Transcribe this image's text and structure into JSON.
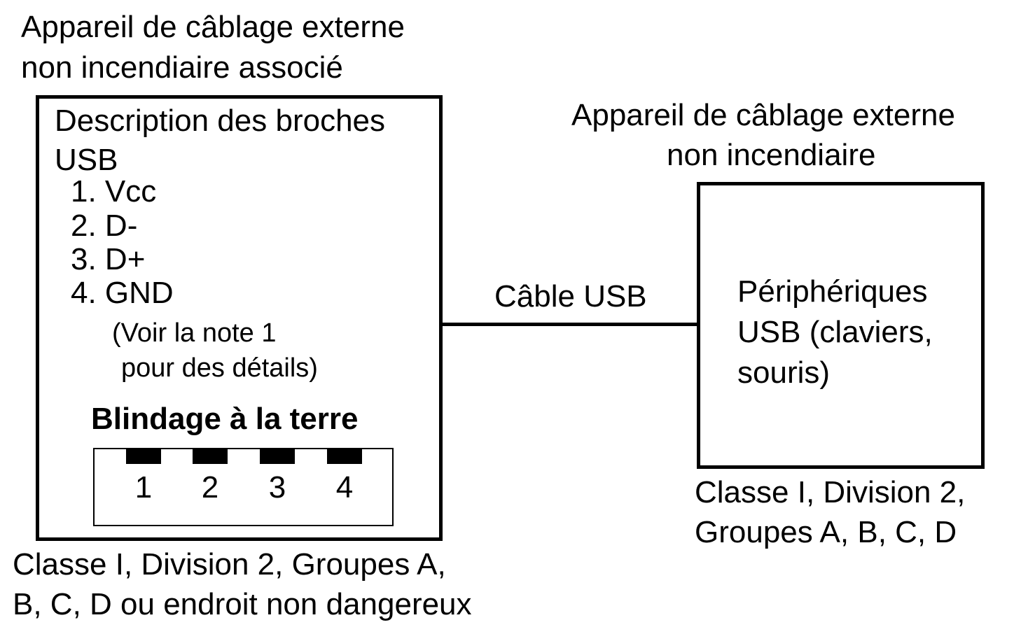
{
  "left_device": {
    "title_line1": "Appareil de câblage externe",
    "title_line2": "non incendiaire associé",
    "pin_desc_line1": "Description des broches",
    "pin_desc_line2": "USB",
    "pins": [
      "1. Vcc",
      "2. D-",
      "3. D+",
      "4. GND"
    ],
    "note_line1": "(Voir la note 1",
    "note_line2": "pour des détails)",
    "shield_label": "Blindage à la terre",
    "connector_pins": [
      "1",
      "2",
      "3",
      "4"
    ],
    "class_line1": "Classe I, Division 2, Groupes A,",
    "class_line2": "B, C, D ou endroit non dangereux"
  },
  "cable": {
    "label": "Câble USB"
  },
  "right_device": {
    "title_line1": "Appareil de câblage externe",
    "title_line2": "non incendiaire",
    "peripheral_line1": "Périphériques",
    "peripheral_line2": "USB (claviers,",
    "peripheral_line3": "souris)",
    "class_line1": "Classe I, Division 2,",
    "class_line2": "Groupes A, B, C, D"
  }
}
